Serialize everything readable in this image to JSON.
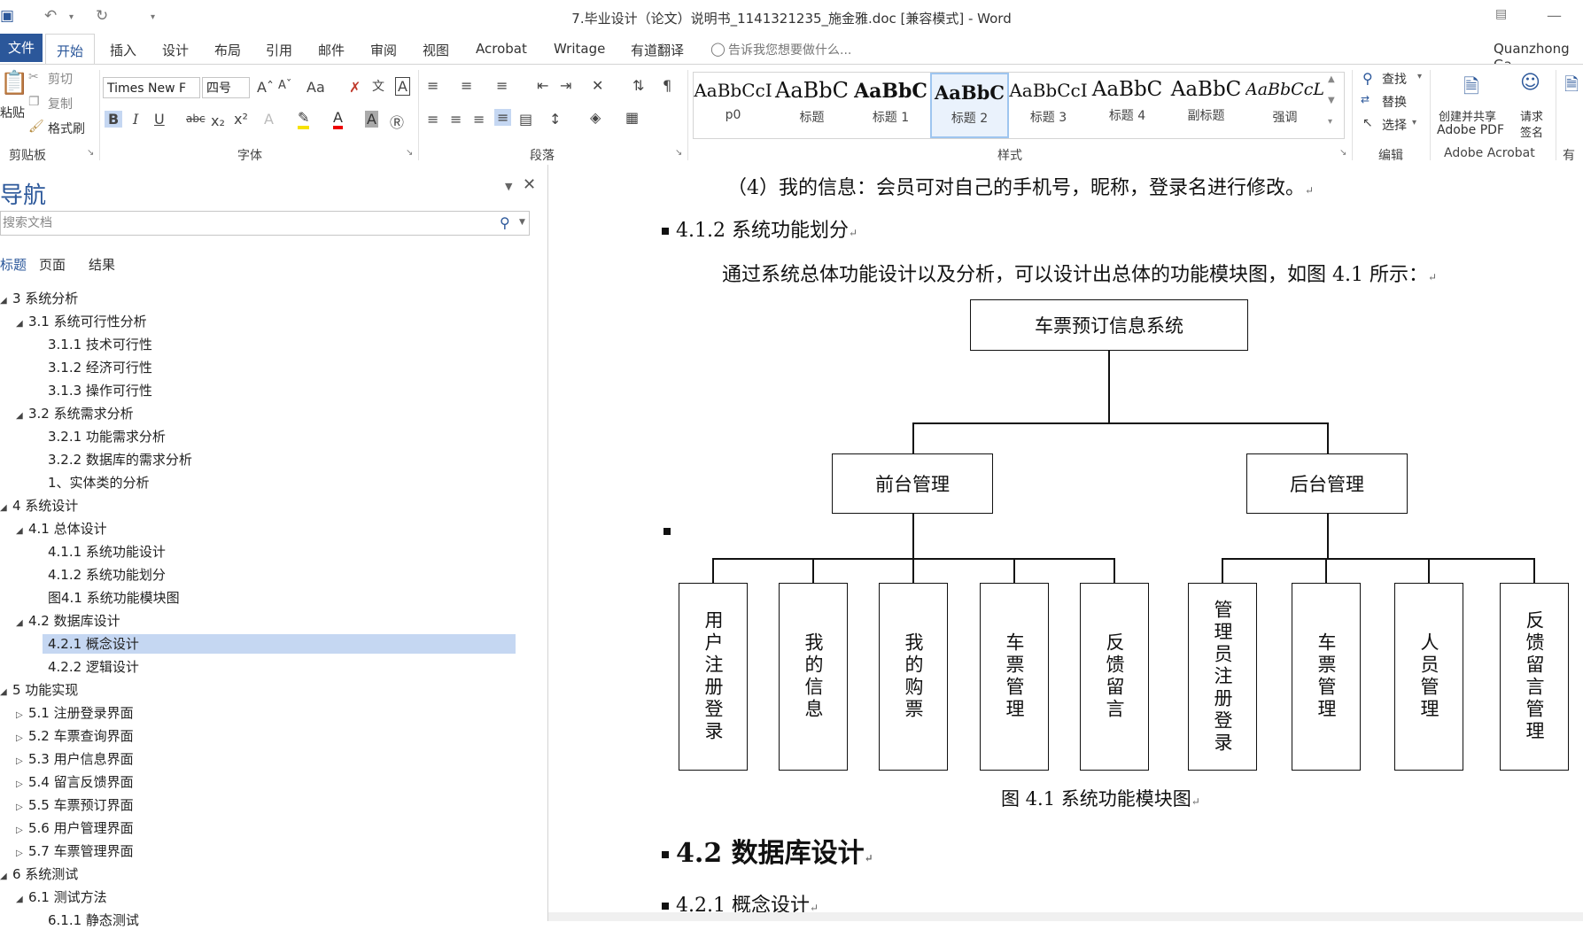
{
  "window": {
    "title": "7.毕业设计（论文）说明书_1141321235_施金雅.doc [兼容模式] - Word",
    "user": "Quanzhong Ga"
  },
  "tabs": [
    "开始",
    "插入",
    "设计",
    "布局",
    "引用",
    "邮件",
    "审阅",
    "视图",
    "Acrobat",
    "Writage",
    "有道翻译"
  ],
  "file_tab": "文件",
  "tell_me": "告诉我您想要做什么...",
  "clipboard": {
    "paste": "粘贴",
    "cut": "剪切",
    "copy": "复制",
    "format_painter": "格式刷",
    "label": "剪贴板"
  },
  "font": {
    "name": "Times New F",
    "size": "四号",
    "label": "字体",
    "case": "Aa"
  },
  "paragraph": {
    "label": "段落"
  },
  "styles": {
    "label": "样式",
    "items": [
      {
        "sample": "AaBbCcI",
        "name": "p0",
        "weight": "normal"
      },
      {
        "sample": "AaBbC",
        "name": "标题",
        "weight": "normal"
      },
      {
        "sample": "AaBbC",
        "name": "标题 1",
        "weight": "bold"
      },
      {
        "sample": "AaBbC",
        "name": "标题 2",
        "weight": "bold"
      },
      {
        "sample": "AaBbCcI",
        "name": "标题 3",
        "weight": "normal"
      },
      {
        "sample": "AaBbC",
        "name": "标题 4",
        "weight": "normal"
      },
      {
        "sample": "AaBbC",
        "name": "副标题",
        "weight": "normal"
      },
      {
        "sample": "AaBbCcL",
        "name": "强调",
        "weight": "normal"
      }
    ],
    "selected": 3
  },
  "editing": {
    "find": "查找",
    "replace": "替换",
    "select": "选择",
    "label": "编辑"
  },
  "acrobat": {
    "create_share_1": "创建并共享",
    "create_share_2": "Adobe PDF",
    "sign_1": "请求",
    "sign_2": "签名",
    "label": "Adobe Acrobat",
    "extra": "有道"
  },
  "nav": {
    "title": "导航",
    "search_placeholder": "搜索文档",
    "tabs": [
      "标题",
      "页面",
      "结果"
    ],
    "headings": [
      {
        "text": "3  系统分析",
        "level": 0,
        "expanded": true
      },
      {
        "text": "3.1  系统可行性分析",
        "level": 1,
        "expanded": true
      },
      {
        "text": "3.1.1  技术可行性",
        "level": 2
      },
      {
        "text": "3.1.2  经济可行性",
        "level": 2
      },
      {
        "text": "3.1.3  操作可行性",
        "level": 2
      },
      {
        "text": "3.2  系统需求分析",
        "level": 1,
        "expanded": true
      },
      {
        "text": "3.2.1  功能需求分析",
        "level": 2
      },
      {
        "text": "3.2.2  数据库的需求分析",
        "level": 2
      },
      {
        "text": "1、实体类的分析",
        "level": 2
      },
      {
        "text": "4  系统设计",
        "level": 0,
        "expanded": true
      },
      {
        "text": "4.1  总体设计",
        "level": 1,
        "expanded": true
      },
      {
        "text": "4.1.1  系统功能设计",
        "level": 2
      },
      {
        "text": "4.1.2  系统功能划分",
        "level": 2
      },
      {
        "text": "图4.1 系统功能模块图",
        "level": 2
      },
      {
        "text": "4.2  数据库设计",
        "level": 1,
        "expanded": true
      },
      {
        "text": "4.2.1  概念设计",
        "level": 2,
        "selected": true
      },
      {
        "text": "4.2.2  逻辑设计",
        "level": 2
      },
      {
        "text": "5  功能实现",
        "level": 0,
        "expanded": true
      },
      {
        "text": "5.1  注册登录界面",
        "level": 1
      },
      {
        "text": "5.2  车票查询界面",
        "level": 1
      },
      {
        "text": "5.3  用户信息界面",
        "level": 1
      },
      {
        "text": "5.4  留言反馈界面",
        "level": 1
      },
      {
        "text": "5.5  车票预订界面",
        "level": 1
      },
      {
        "text": "5.6  用户管理界面",
        "level": 1
      },
      {
        "text": "5.7  车票管理界面",
        "level": 1
      },
      {
        "text": "6  系统测试",
        "level": 0,
        "expanded": true
      },
      {
        "text": "6.1  测试方法",
        "level": 1,
        "expanded": true
      },
      {
        "text": "6.1.1  静态测试",
        "level": 2
      }
    ]
  },
  "doc": {
    "para1": "（4）我的信息：会员可对自己的手机号，昵称，登录名进行修改。",
    "h412": "4.1.2    系统功能划分",
    "para2": "通过系统总体功能设计以及分析，可以设计出总体的功能模块图，如图 4.1 所示：",
    "diagram": {
      "root": "车票预订信息系统",
      "groups": [
        {
          "name": "前台管理",
          "children": [
            "用户注册登录",
            "我的信息",
            "我的购票",
            "车票管理",
            "反馈留言"
          ]
        },
        {
          "name": "后台管理",
          "children": [
            "管理员注册登录",
            "车票管理",
            "人员管理",
            "反馈留言管理"
          ]
        }
      ]
    },
    "caption": "图 4.1   系统功能模块图",
    "h42": "4.2    数据库设计",
    "h421": "4.2.1    概念设计"
  }
}
